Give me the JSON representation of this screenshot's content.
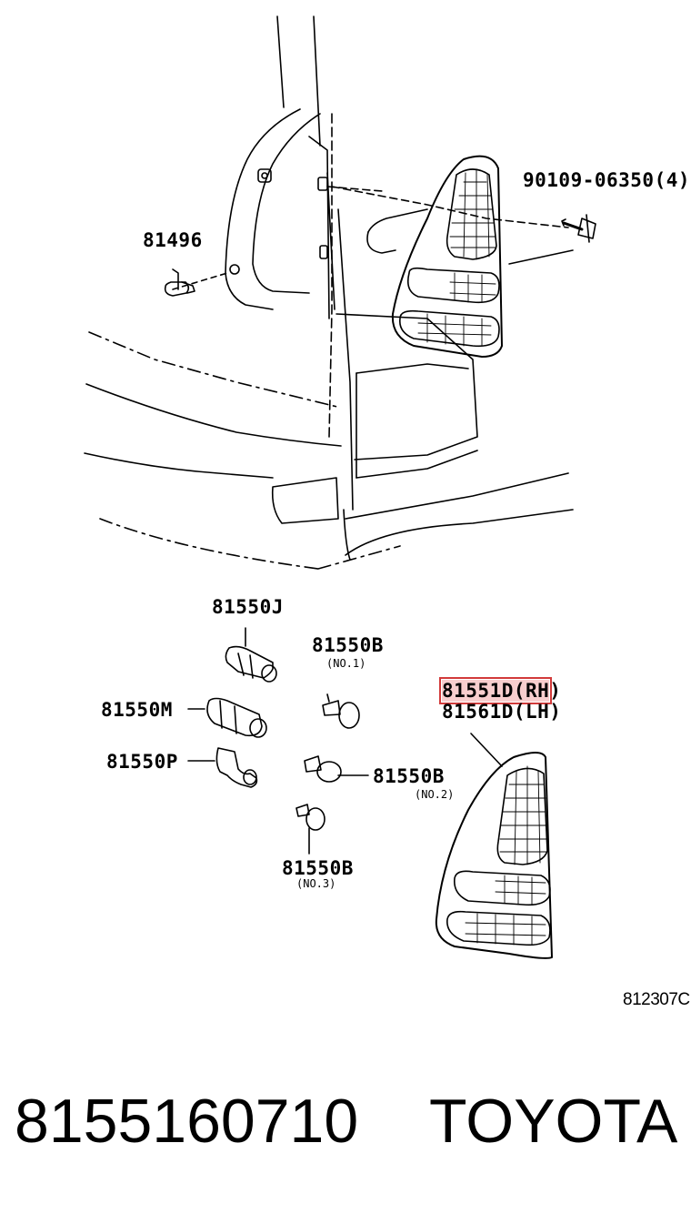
{
  "diagram": {
    "labels": {
      "bolt": "90109-06350(4)",
      "clip": "81496",
      "socket_j": "81550J",
      "socket_m": "81550M",
      "socket_p": "81550P",
      "bulb_no1": "81550B",
      "bulb_no1_sub": "(NO.1)",
      "bulb_no2": "81550B",
      "bulb_no2_sub": "(NO.2)",
      "bulb_no3": "81550B",
      "bulb_no3_sub": "(NO.3)",
      "lamp_rh_part": "81551D(RH",
      "lamp_rh_close": ")",
      "lamp_lh": "81561D(LH)"
    },
    "figure_code": "812307C",
    "highlight_color": "#d23a3a"
  },
  "footer": {
    "part_number": "8155160710",
    "brand": "TOYOTA"
  }
}
